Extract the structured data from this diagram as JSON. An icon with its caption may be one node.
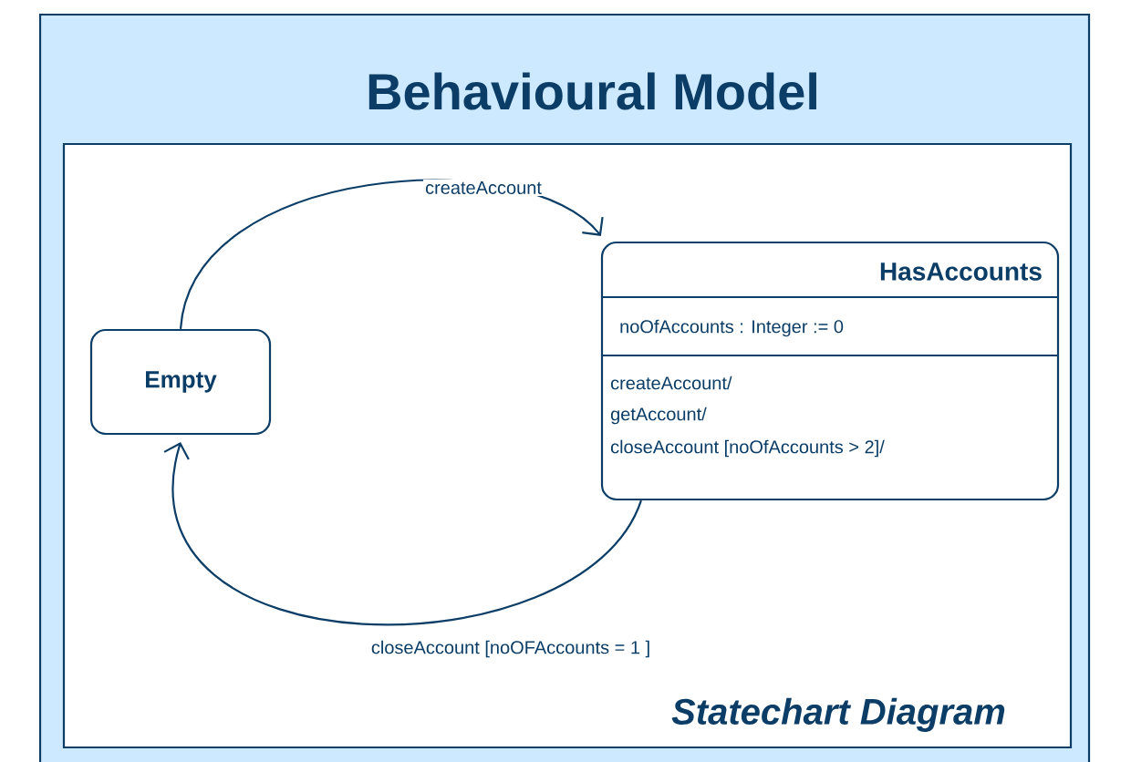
{
  "diagram": {
    "nodes": [
      {
        "text": [
          "Behavioural Model"
        ]
      },
      {
        "text": [
          "Statechart Diagram"
        ],
        "in": 0
      },
      {
        "text": [
          "Empty"
        ],
        "in": 1
      },
      {
        "text": [
          "HasAccounts",
          "noOfAccounts : Integer := 0",
          "createAccount/",
          "getAccount/",
          "closeAccount [noOfAccounts > 2]/"
        ],
        "in": 1
      }
    ],
    "edges": [
      {
        "from": 2,
        "to": 3,
        "arrow": "to",
        "label": "createAccount"
      },
      {
        "from": 3,
        "to": 2,
        "arrow": "to",
        "label": "closeAccount [noOFAccounts = 1 ]"
      }
    ]
  }
}
